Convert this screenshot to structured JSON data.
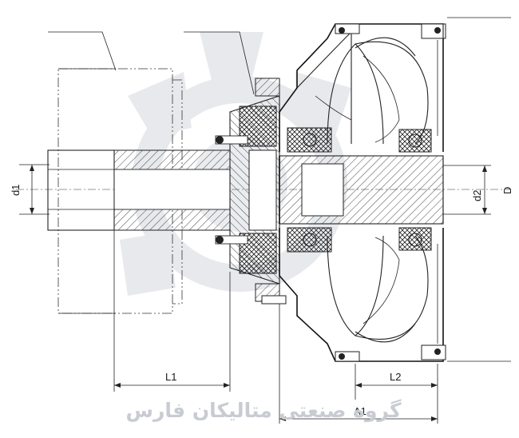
{
  "labels": {
    "d1": "d1",
    "d2": "d2",
    "D": "D",
    "L1": "L1",
    "L2": "L2",
    "A1": "A1"
  },
  "watermark": {
    "text": "گروه صنعتی متالیکان فارس",
    "color": "#c8ccd2"
  },
  "colors": {
    "line": "#222222",
    "background": "#ffffff",
    "watermark_gear": "#d4d8de"
  }
}
